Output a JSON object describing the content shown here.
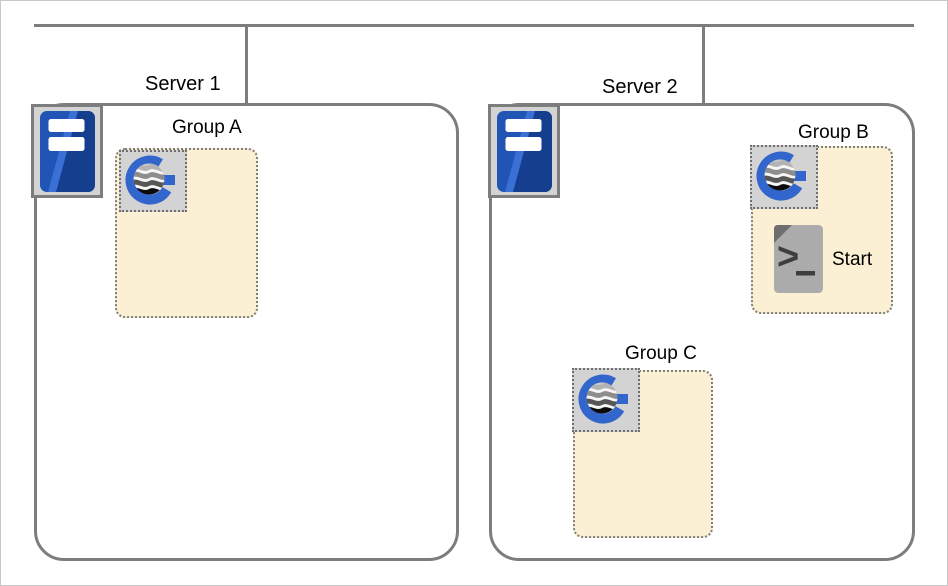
{
  "diagram": {
    "type": "server-group-topology",
    "colors": {
      "connector_gray": "#7d7d7d",
      "group_fill": "#fbf0d3",
      "group_border_dotted": "#7e7e7e",
      "icon_square_fill": "#d3d3d3",
      "server_tower_blue": "#2055b5",
      "server_tower_blue_dark": "#163e8e",
      "group_logo_blue": "#3366cc",
      "script_doc_gray": "#ababab",
      "label_text": "#000000"
    }
  },
  "servers": [
    {
      "label": "Server 1",
      "icon": "server-icon",
      "groups": [
        {
          "label": "Group A",
          "icon": "group-icon",
          "items": []
        }
      ]
    },
    {
      "label": "Server 2",
      "icon": "server-icon",
      "groups": [
        {
          "label": "Group B",
          "icon": "group-icon",
          "items": [
            {
              "label": "Start",
              "icon": "script-icon"
            }
          ]
        },
        {
          "label": "Group C",
          "icon": "group-icon",
          "items": []
        }
      ]
    }
  ]
}
